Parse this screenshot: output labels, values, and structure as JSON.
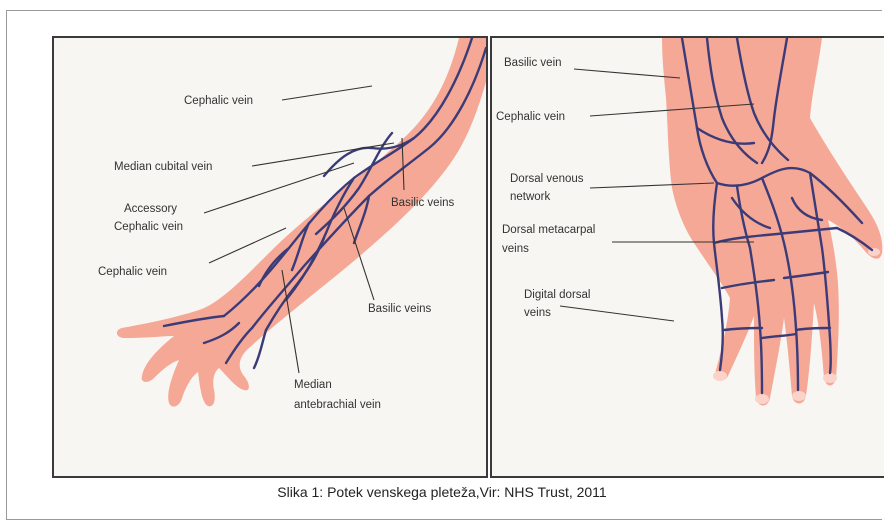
{
  "left_panel": {
    "labels": {
      "cephalic_vein_top": "Cephalic vein",
      "median_cubital_vein": "Median cubital vein",
      "accessory_cephalic_line1": "Accessory",
      "accessory_cephalic_line2": "Cephalic vein",
      "cephalic_vein_lower": "Cephalic vein",
      "basilic_veins_upper": "Basilic veins",
      "basilic_veins_lower": "Basilic veins",
      "median_antebrachial_line1": "Median",
      "median_antebrachial_line2": "antebrachial vein"
    }
  },
  "right_panel": {
    "labels": {
      "basilic_vein": "Basilic vein",
      "cephalic_vein": "Cephalic vein",
      "dorsal_venous_line1": "Dorsal venous",
      "dorsal_venous_line2": "network",
      "dorsal_metacarpal_line1": "Dorsal metacarpal",
      "dorsal_metacarpal_line2": "veins",
      "digital_dorsal_line1": "Digital dorsal",
      "digital_dorsal_line2": "veins"
    }
  },
  "caption": "Slika 1: Potek venskega pleteža,Vir: NHS Trust, 2011",
  "colors": {
    "skin": "#f5a896",
    "vein": "#3b3b78",
    "panel_border": "#3a3a3a"
  }
}
